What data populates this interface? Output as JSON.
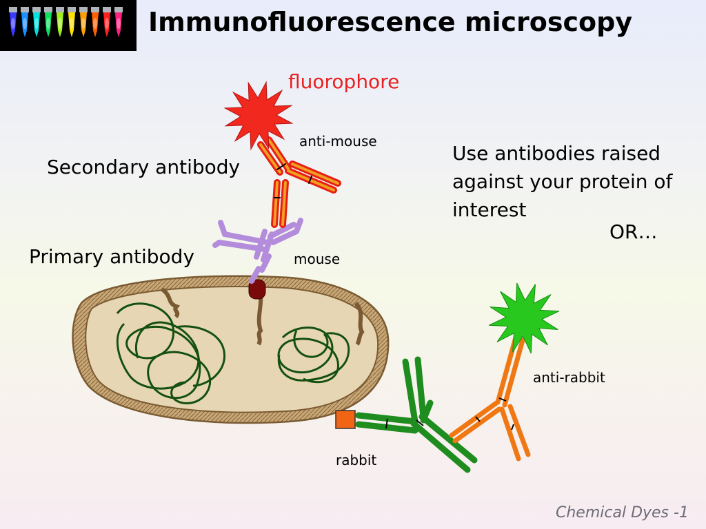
{
  "slide": {
    "title": "Immunofluorescence microscopy",
    "footer": "Chemical Dyes -1"
  },
  "labels": {
    "fluorophore": "fluorophore",
    "anti_mouse": "anti-mouse",
    "secondary_antibody": "Secondary antibody",
    "primary_antibody": "Primary antibody",
    "mouse": "mouse",
    "anti_rabbit": "anti-rabbit",
    "rabbit": "rabbit"
  },
  "description": {
    "text": "Use antibodies raised against your protein of interest",
    "or": "OR…"
  },
  "colors": {
    "fluorophore_red": "#f0281e",
    "fluorophore_green": "#28c81e",
    "secondary_mouse": "#f07814",
    "secondary_outline": "#e81e14",
    "primary_mouse": "#b48cdc",
    "primary_rabbit": "#1e8c1e",
    "anti_rabbit": "#f07814",
    "epitope_red": "#7a0a0a",
    "epitope_orange": "#f06414",
    "mitochondrion_fill": "#e6d6b4",
    "mitochondrion_outline": "#7a5a32",
    "dna": "#14500f"
  },
  "tube_colors": [
    "#3a3aff",
    "#1e90ff",
    "#00e0e0",
    "#10e060",
    "#a0f020",
    "#ffe000",
    "#ffa000",
    "#ff6000",
    "#ff2020",
    "#ff2080"
  ]
}
